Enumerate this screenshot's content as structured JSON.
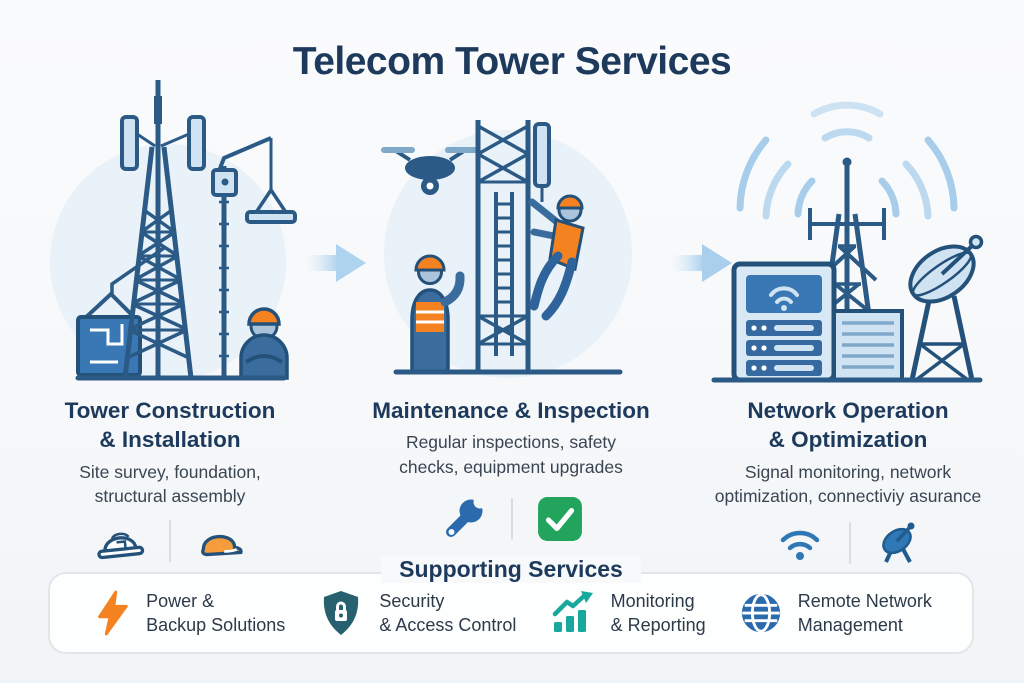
{
  "title": "Telecom Tower Services",
  "steps": [
    {
      "heading": "Tower Construction\n& Installation",
      "description": "Site survey, foundation,\nstructural assembly",
      "illustration": "tower-construction-scene",
      "icons": [
        "white-hard-hat-icon",
        "orange-hard-hat-icon"
      ]
    },
    {
      "heading": "Maintenance & Inspection",
      "description": "Regular inspections, safety\nchecks, equipment upgrades",
      "illustration": "maintenance-inspection-scene",
      "icons": [
        "wrench-icon",
        "check-square-icon"
      ]
    },
    {
      "heading": "Network Operation\n& Optimization",
      "description": "Signal monitoring, network\noptimization, connectiviy asurance",
      "illustration": "network-operation-scene",
      "icons": [
        "wifi-icon",
        "satellite-dish-icon"
      ]
    }
  ],
  "supporting_services": {
    "title": "Supporting Services",
    "items": [
      {
        "icon": "lightning-icon",
        "label": "Power &\nBackup Solutions"
      },
      {
        "icon": "shield-lock-icon",
        "label": "Security\n& Access Control"
      },
      {
        "icon": "bar-chart-icon",
        "label": "Monitoring\n& Reporting"
      },
      {
        "icon": "globe-icon",
        "label": "Remote Network\nManagement"
      }
    ]
  },
  "colors": {
    "title_text": "#1d3a5c",
    "body_text": "#3a4552",
    "outline_navy": "#2a5a85",
    "outline_dark": "#24517a",
    "fill_light_blue": "#cfe3f2",
    "fill_mid_blue": "#3a78b5",
    "scene_circle_bg": "#e9f1f9",
    "accent_orange": "#f58220",
    "accent_green": "#22a45d",
    "accent_teal": "#18a89d",
    "shield_teal": "#27616f",
    "globe_blue": "#2a6aad",
    "wifi_blue": "#2f77b5",
    "arrow_blue": "#a9cfec"
  }
}
